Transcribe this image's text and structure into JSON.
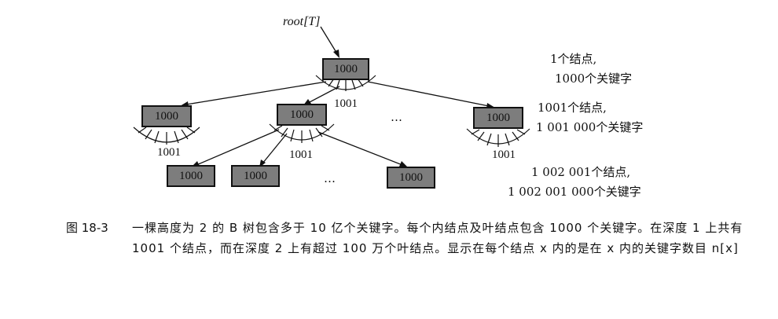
{
  "diagram": {
    "root_label": "root[T]",
    "node_key_count": "1000",
    "ellipsis": "…",
    "fanout_root": "1001",
    "fanout_left": "1001",
    "fanout_middle": "1001",
    "fanout_right": "1001",
    "level0_count": "1个结点,",
    "level0_keys": "1000个关键字",
    "level1_count": "1001个结点,",
    "level1_keys": "1 001 000个关键字",
    "level2_count": "1 002 001个结点,",
    "level2_keys": "1 002 001 000个关键字"
  },
  "caption": {
    "label": "图 18-3",
    "text": "一棵高度为 2 的 B 树包含多于 10 亿个关键字。每个内结点及叶结点包含 1000 个关键字。在深度 1 上共有 1001 个结点，而在深度 2 上有超过 100 万个叶结点。显示在每个结点 x 内的是在 x 内的关键字数目 n[x]"
  }
}
